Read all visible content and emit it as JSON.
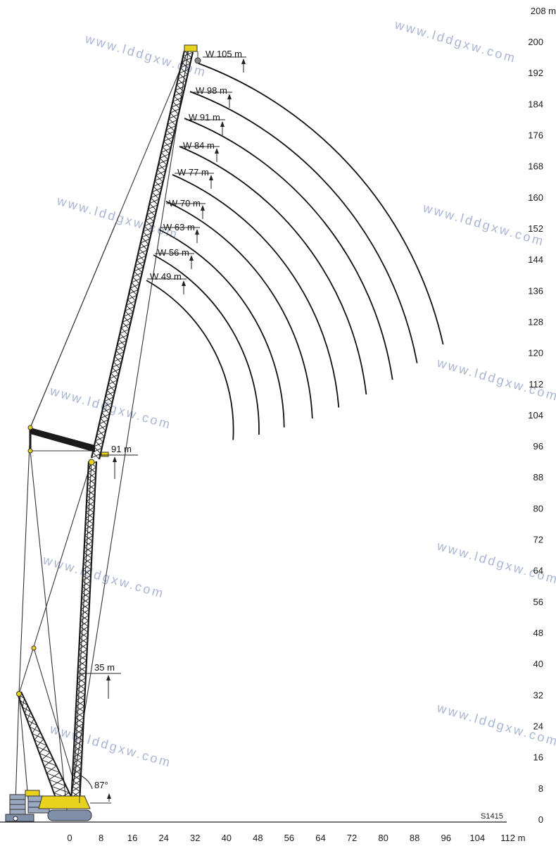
{
  "diagram": {
    "drawing_code": "S1415",
    "x_axis": {
      "ticks": [
        0,
        8,
        16,
        24,
        32,
        40,
        48,
        56,
        64,
        72,
        80,
        88,
        96,
        104
      ],
      "last_tick_label": "112 m"
    },
    "y_axis": {
      "ticks": [
        0,
        8,
        16,
        24,
        32,
        40,
        48,
        56,
        64,
        72,
        80,
        88,
        96,
        104,
        112,
        120,
        128,
        136,
        144,
        152,
        160,
        168,
        176,
        184,
        192,
        200
      ],
      "top_tick_label": "208 m"
    },
    "boom_heights": {
      "upper": "91 m",
      "lower": "35 m",
      "angle": "87°"
    },
    "jib_curves": [
      {
        "label": "W 105 m",
        "length": 105
      },
      {
        "label": "W 98 m",
        "length": 98
      },
      {
        "label": "W 91 m",
        "length": 91
      },
      {
        "label": "W 84 m",
        "length": 84
      },
      {
        "label": "W 77 m",
        "length": 77
      },
      {
        "label": "W 70 m",
        "length": 70
      },
      {
        "label": "W 63 m",
        "length": 63
      },
      {
        "label": "W 56 m",
        "length": 56
      },
      {
        "label": "W 49 m",
        "length": 49
      }
    ],
    "watermark_text": "www.lddgxw.com",
    "colors": {
      "boom": "#1a1a1a",
      "crane_body": "#e8d21c",
      "machinery": "#7f8fa8",
      "watermark": "#a9b6d6",
      "curve": "#111111"
    }
  }
}
